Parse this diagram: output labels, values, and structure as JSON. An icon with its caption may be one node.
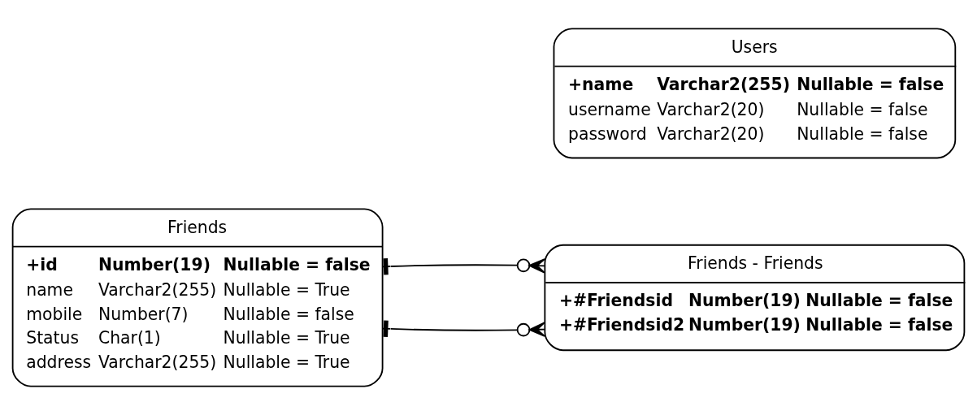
{
  "diagram": {
    "nodes": [
      {
        "text": [
          "Friends",
          "+id",
          "Number(19)",
          "Nullable = false",
          "name",
          "Varchar2(255)",
          "Nullable = True",
          "mobile",
          "Number(7)",
          "Nullable = false",
          "Status",
          "Char(1)",
          "Nullable = True",
          "address",
          "Varchar2(255)",
          "Nullable = True"
        ]
      },
      {
        "text": [
          "Friends - Friends",
          "+#Friendsid",
          "Number(19)",
          "Nullable = false",
          "+#Friendsid2",
          "Number(19)",
          "Nullable = false"
        ]
      },
      {
        "text": [
          "Users",
          "+name",
          "Varchar2(255)",
          "Nullable = false",
          "username",
          "Varchar2(20)",
          "Nullable = false",
          "password",
          "Varchar2(20)",
          "Nullable = false"
        ]
      }
    ],
    "edges": [
      {
        "from": 0,
        "to": 1,
        "arrow": "other"
      },
      {
        "from": 0,
        "to": 1,
        "arrow": "other"
      }
    ]
  }
}
